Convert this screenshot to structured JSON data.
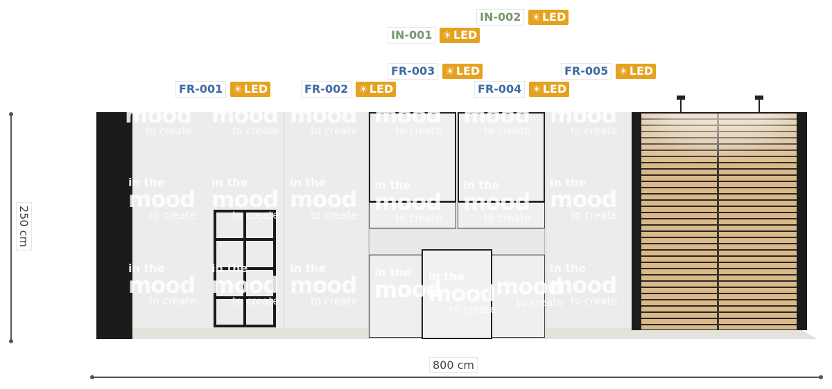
{
  "labels": [
    {
      "id": "IN-002",
      "kind": "in",
      "led": "LED"
    },
    {
      "id": "IN-001",
      "kind": "in",
      "led": "LED"
    },
    {
      "id": "FR-003",
      "kind": "fr",
      "led": "LED"
    },
    {
      "id": "FR-005",
      "kind": "fr",
      "led": "LED"
    },
    {
      "id": "FR-001",
      "kind": "fr",
      "led": "LED"
    },
    {
      "id": "FR-002",
      "kind": "fr",
      "led": "LED"
    },
    {
      "id": "FR-004",
      "kind": "fr",
      "led": "LED"
    }
  ],
  "dimensions": {
    "height": "250 cm",
    "width": "800 cm"
  },
  "watermark": {
    "line1": "in the",
    "line2": "mood",
    "line3": "to create"
  },
  "colors": {
    "fr_code": "#3f6aa6",
    "in_code": "#76966e",
    "led_badge": "#e4a21f",
    "wall": "#ececea",
    "frame": "#1a1a1a",
    "slat": "#d9b98a"
  }
}
